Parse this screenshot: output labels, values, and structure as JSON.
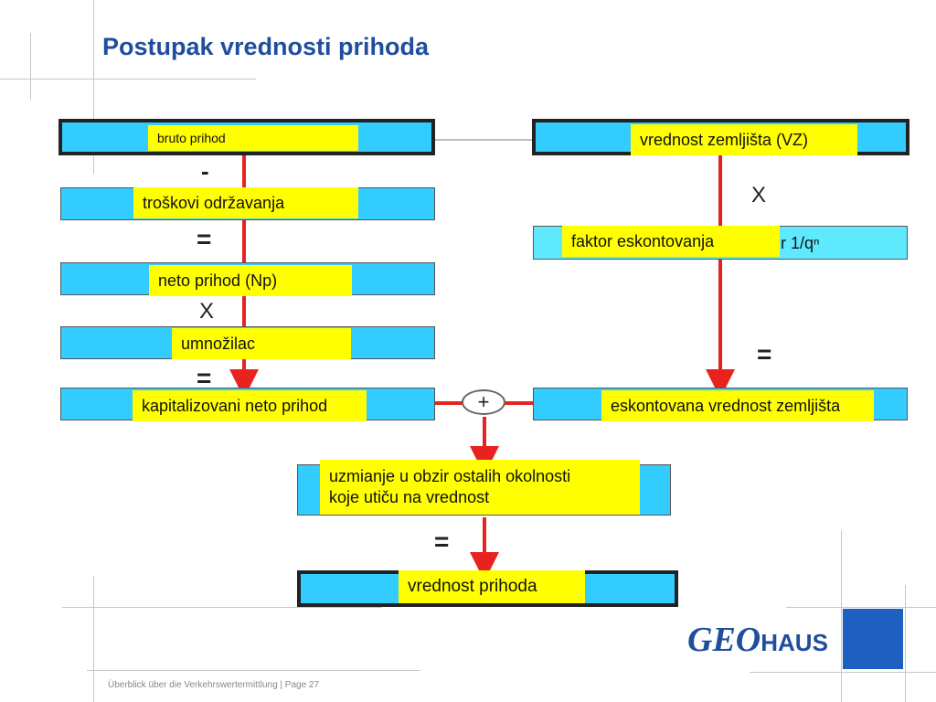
{
  "slide": {
    "title": "Postupak vrednosti prihoda",
    "footer": "Überblick über die Verkehrswertermittlung  | Page 27",
    "logo": {
      "geo": "GEO",
      "haus": "HAUS"
    }
  },
  "left_column": {
    "bruto": "bruto prihod",
    "troskovi": "troškovi održavanja",
    "neto": "neto prihod (Np)",
    "umnozilac": "umnožilac",
    "kapitalizovani": "kapitalizovani neto prihod"
  },
  "right_column": {
    "vz": "vrednost zemljišta (VZ)",
    "faktor": "faktor eskontovanja",
    "faktor_suffix": "r 1/qⁿ",
    "eskontovana": "eskontovana vrednost zemljišta"
  },
  "bottom": {
    "uzimanje_line1": "uzmianje u obzir ostalih okolnosti",
    "uzimanje_line2": "koje utiču na vrednost",
    "vrednost": "vrednost prihoda"
  },
  "operators": {
    "minus": "-",
    "equals1": "=",
    "times_left": "X",
    "equals2": "=",
    "times_right": "X",
    "equals_right": "=",
    "plus": "+",
    "equals_bottom": "="
  },
  "colors": {
    "box_fill": "#33ccff",
    "label_fill": "#ffff00",
    "arrow": "#e8231f",
    "title": "#1f4e9c"
  }
}
